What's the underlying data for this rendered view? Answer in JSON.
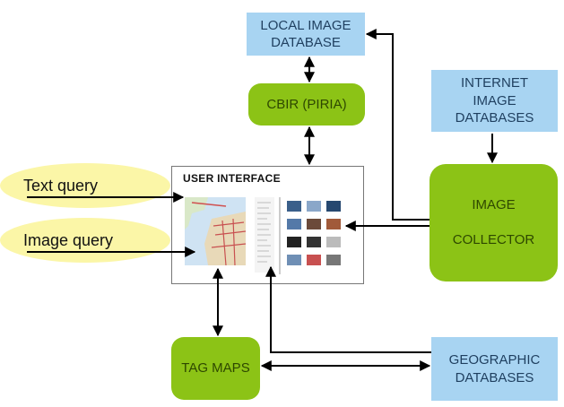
{
  "nodes": {
    "local_db": "LOCAL IMAGE\nDATABASE",
    "cbir": "CBIR (PIRIA)",
    "internet_db": "INTERNET\nIMAGE\nDATABASES",
    "collector": "IMAGE\n\nCOLLECTOR",
    "user_interface": "USER INTERFACE",
    "tag_maps": "TAG MAPS",
    "geo_db": "GEOGRAPHIC\nDATABASES"
  },
  "queries": {
    "text": "Text query",
    "image": "Image query"
  },
  "colors": {
    "box_blue": "#a8d4f2",
    "box_green": "#8cc316",
    "query_yellow": "#fbf6a7",
    "arrow": "#000000"
  }
}
